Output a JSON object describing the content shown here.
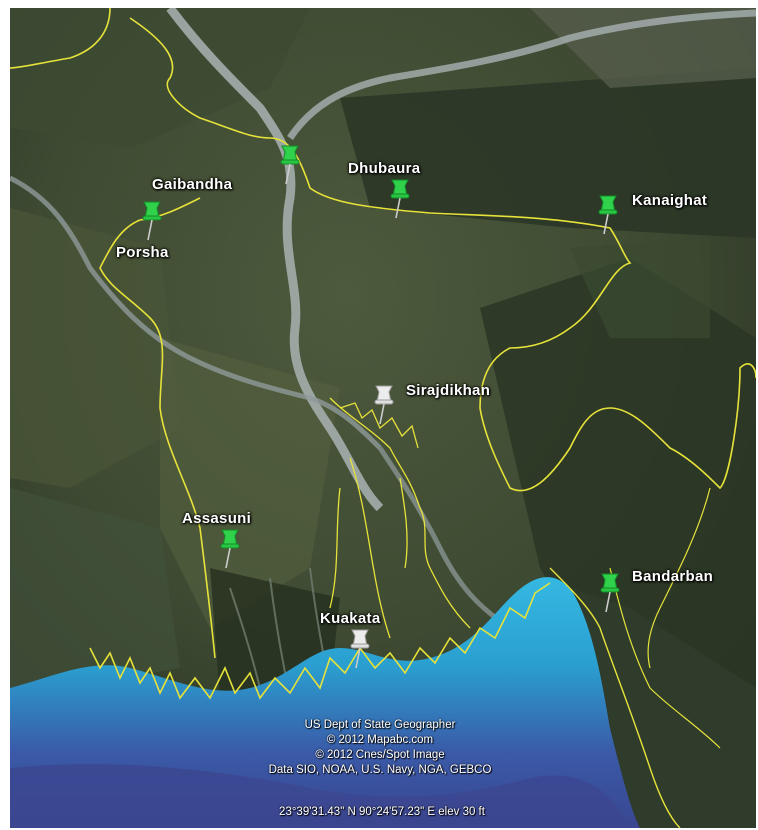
{
  "map": {
    "colors": {
      "land_dark": "#2f3a2a",
      "land_green": "#45563a",
      "river": "#9aa7a8",
      "border": "#e8e43a",
      "shallow_sea": "#2fb3df",
      "deep_sea": "#3b4d96",
      "pin_green": "#2fd24a",
      "pin_white": "#e8e8e8"
    },
    "markers": [
      {
        "id": "gaibandha",
        "label": "Gaibandha",
        "color": "green"
      },
      {
        "id": "porsha",
        "label": "Porsha",
        "color": "green"
      },
      {
        "id": "dhubaura",
        "label": "Dhubaura",
        "color": "green"
      },
      {
        "id": "kanaighat",
        "label": "Kanaighat",
        "color": "green"
      },
      {
        "id": "sirajdikhan",
        "label": "Sirajdikhan",
        "color": "white"
      },
      {
        "id": "assasuni",
        "label": "Assasuni",
        "color": "green"
      },
      {
        "id": "kuakata",
        "label": "Kuakata",
        "color": "white"
      },
      {
        "id": "bandarban",
        "label": "Bandarban",
        "color": "green"
      },
      {
        "id": "north-pin",
        "label": "",
        "color": "green"
      }
    ],
    "attribution": [
      "US Dept of State Geographer",
      "© 2012 Mapabc.com",
      "© 2012 Cnes/Spot Image",
      "Data SIO, NOAA, U.S. Navy, NGA, GEBCO"
    ],
    "status": "23°39'31.43\" N  90°24'57.23\" E  elev   30 ft"
  }
}
